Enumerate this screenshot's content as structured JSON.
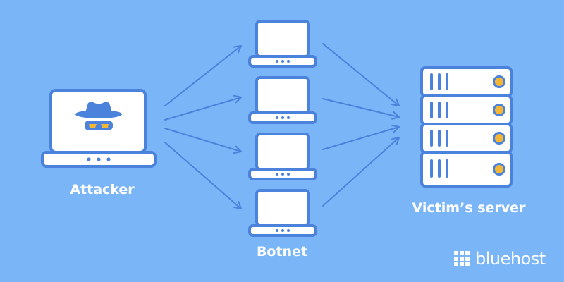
{
  "labels": {
    "attacker": "Attacker",
    "botnet": "Botnet",
    "victim": "Victim’s server"
  },
  "brand": {
    "name": "bluehost"
  },
  "colors": {
    "background": "#7ab5f8",
    "outline": "#4a82dc",
    "fill": "#ffffff",
    "accent": "#f5b733",
    "text": "#ffffff"
  },
  "icons": {
    "attacker": "spy-laptop-icon",
    "bot": "laptop-icon",
    "victim": "server-rack-icon",
    "brand": "grid-logo-icon"
  }
}
